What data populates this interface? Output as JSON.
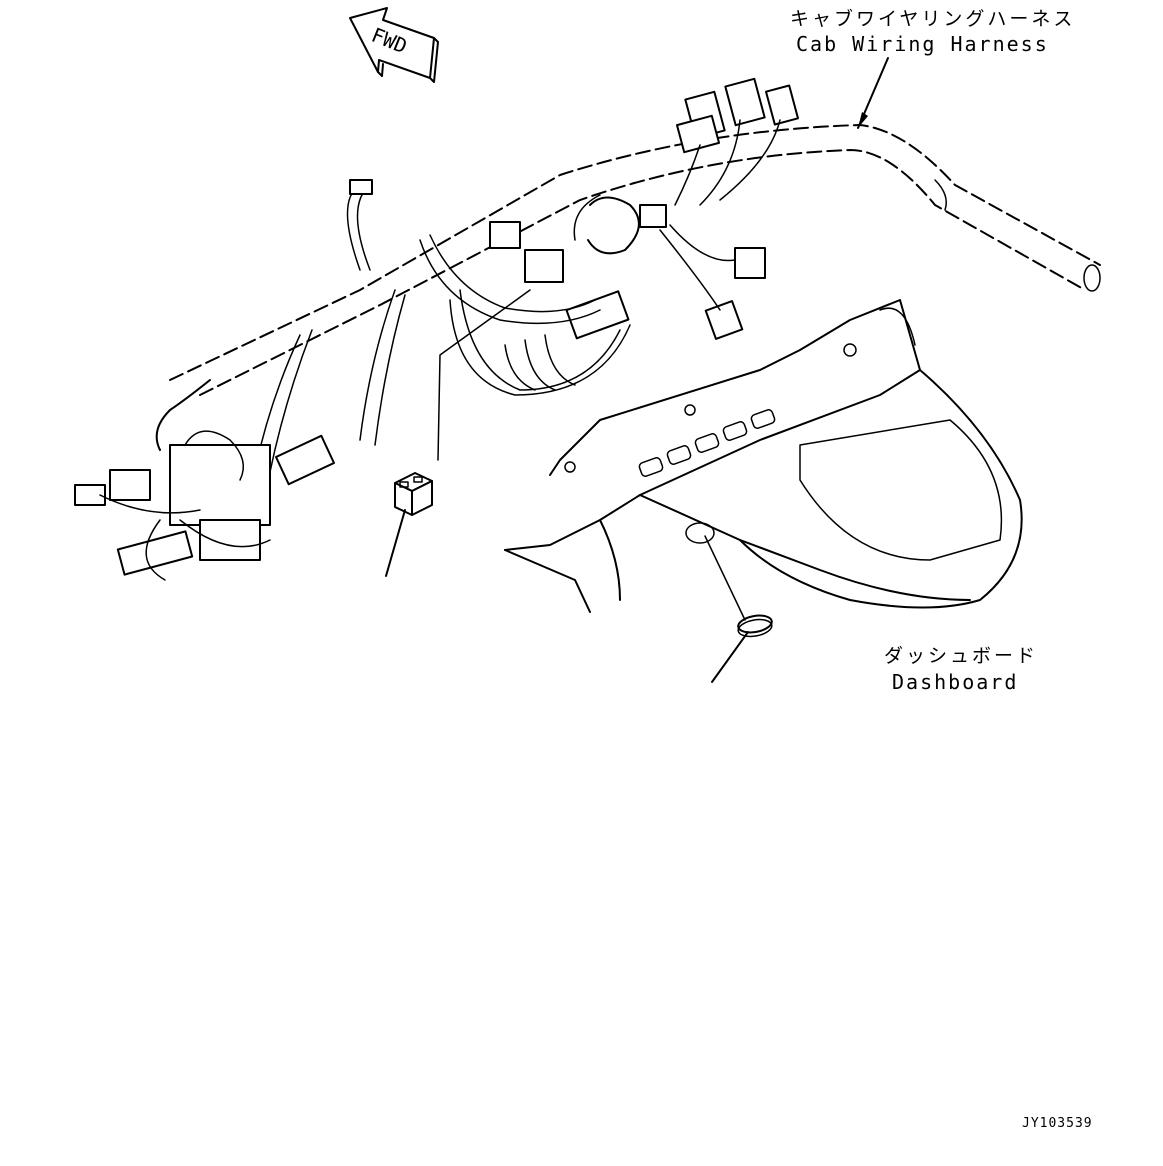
{
  "labels": {
    "cab_harness_jp": "キャブワイヤリングハーネス",
    "cab_harness_en": "Cab Wiring Harness",
    "dashboard_jp": "ダッシュボード",
    "dashboard_en": "Dashboard",
    "fwd": "FWD",
    "drawing_id": "JY103539"
  },
  "colors": {
    "line": "#000000",
    "background": "#ffffff"
  }
}
